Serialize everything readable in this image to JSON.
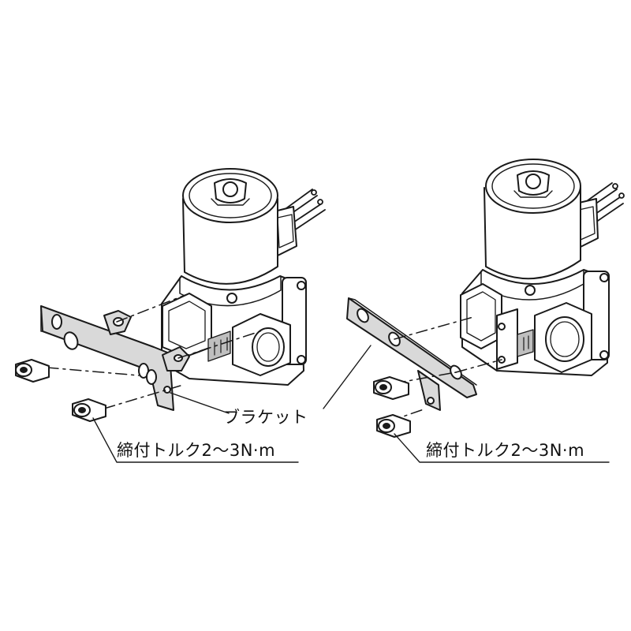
{
  "labels": {
    "bracket": "ブラケット",
    "torque_left": "締付トルク2〜3N·m",
    "torque_right": "締付トルク2〜3N·m"
  },
  "colors": {
    "line": "#1a1a1a",
    "body_fill": "#ffffff",
    "bracket_fill": "#d9d9d9",
    "shade": "#bfbfbf"
  }
}
